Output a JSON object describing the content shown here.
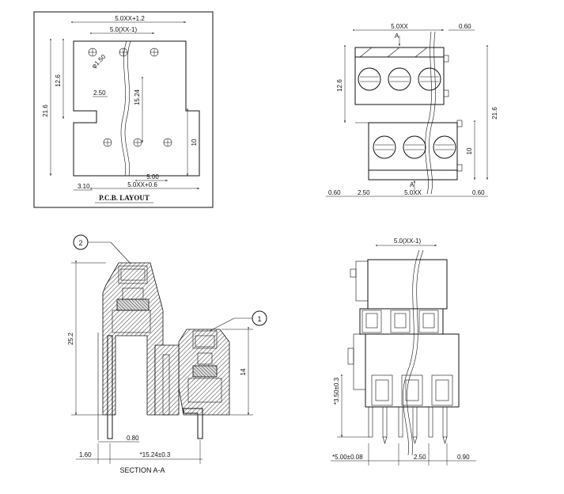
{
  "pcb": {
    "title": "P.C.B.  LAYOUT",
    "dims": {
      "top_outer": "5.0XX+1.2",
      "top_inner": "5.0(XX-1)",
      "hole": "φ1.50",
      "pitch_small": "2.50",
      "height_a": "12.6",
      "height_b": "21.6",
      "mid_v": "15.24",
      "right_v": "10",
      "bottom_right": "5.00",
      "bottom_left": "3.10",
      "bottom_total": "5.0XX+0.6"
    }
  },
  "front": {
    "dims": {
      "top": "5.0XX",
      "top_right": "0.60",
      "left_v": "12.6",
      "right_v": "21.6",
      "inner_v": "10",
      "bottom_a": "0.60",
      "bottom_b": "2.50",
      "bottom_c": "5.0XX",
      "bottom_d": "0.60",
      "section_a_top": "A",
      "section_a_bottom": "A"
    }
  },
  "section": {
    "caption": "SECTION  A-A",
    "callout_1": "1",
    "callout_2": "2",
    "dims": {
      "height": "25.2",
      "lower": "14",
      "pin": "0.80",
      "left_off": "1.60",
      "span": "*15.24±0.3"
    }
  },
  "side": {
    "dims": {
      "top": "5.0(XX-1)",
      "left_v": "*3.50±0.3",
      "bottom_a": "*5.00±0.08",
      "bottom_b": "2.50",
      "bottom_c": "0.90"
    }
  }
}
